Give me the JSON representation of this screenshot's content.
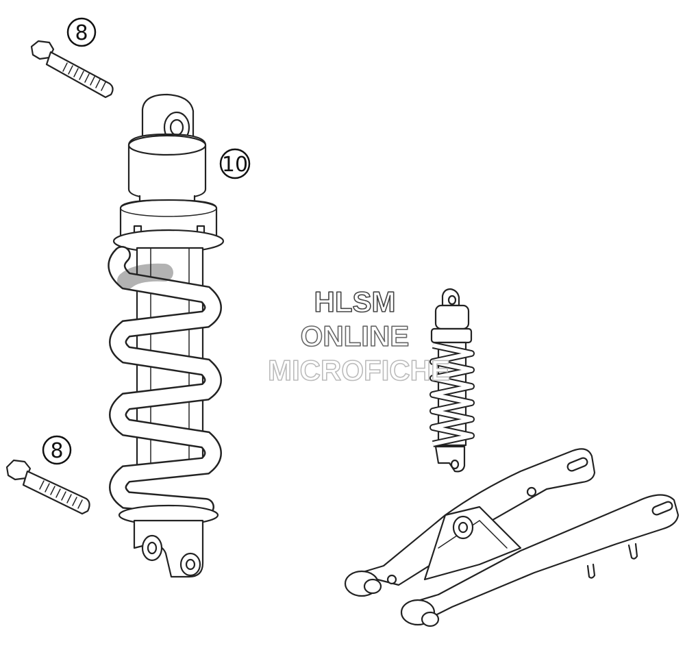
{
  "callouts": {
    "bolt_top": "8",
    "shock": "10",
    "bolt_bottom": "8"
  },
  "watermark": {
    "line1": "HLSM",
    "line2": "ONLINE",
    "line3": "MICROFICHE"
  },
  "colors": {
    "line": "#222222",
    "watermark_outline_dark": "#444444",
    "watermark_outline_light": "#bbbbbb"
  }
}
